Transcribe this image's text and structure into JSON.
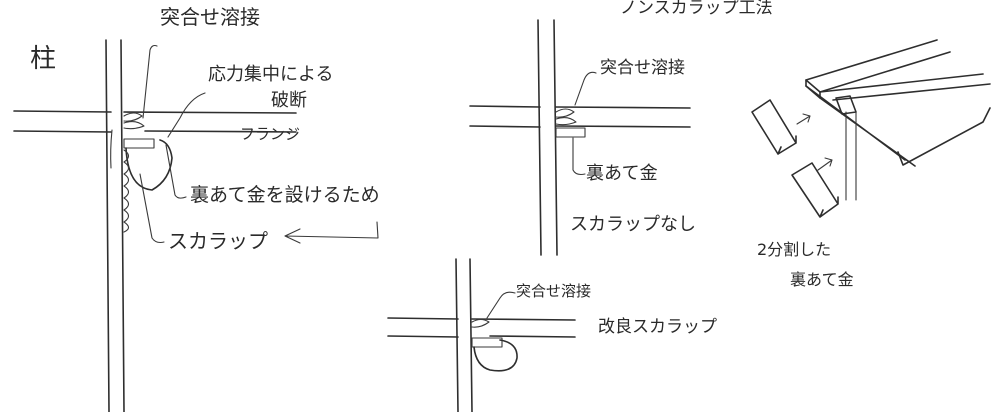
{
  "labels": {
    "column": "柱",
    "butt_weld_1": "突合せ溶接",
    "stress_concentration": "応力集中による",
    "fracture": "破断",
    "flange": "フランジ",
    "backing_reason": "裏あて金を設けるため",
    "scallop": "スカラップ",
    "non_scallop_title": "ノンスカラップ工法",
    "butt_weld_2": "突合せ溶接",
    "backing_plate": "裏あて金",
    "no_scallop": "スカラップなし",
    "split_line1": "2分割した",
    "split_line2": "裏あて金",
    "butt_weld_3": "突合せ溶接",
    "improved_scallop": "改良スカラップ"
  }
}
